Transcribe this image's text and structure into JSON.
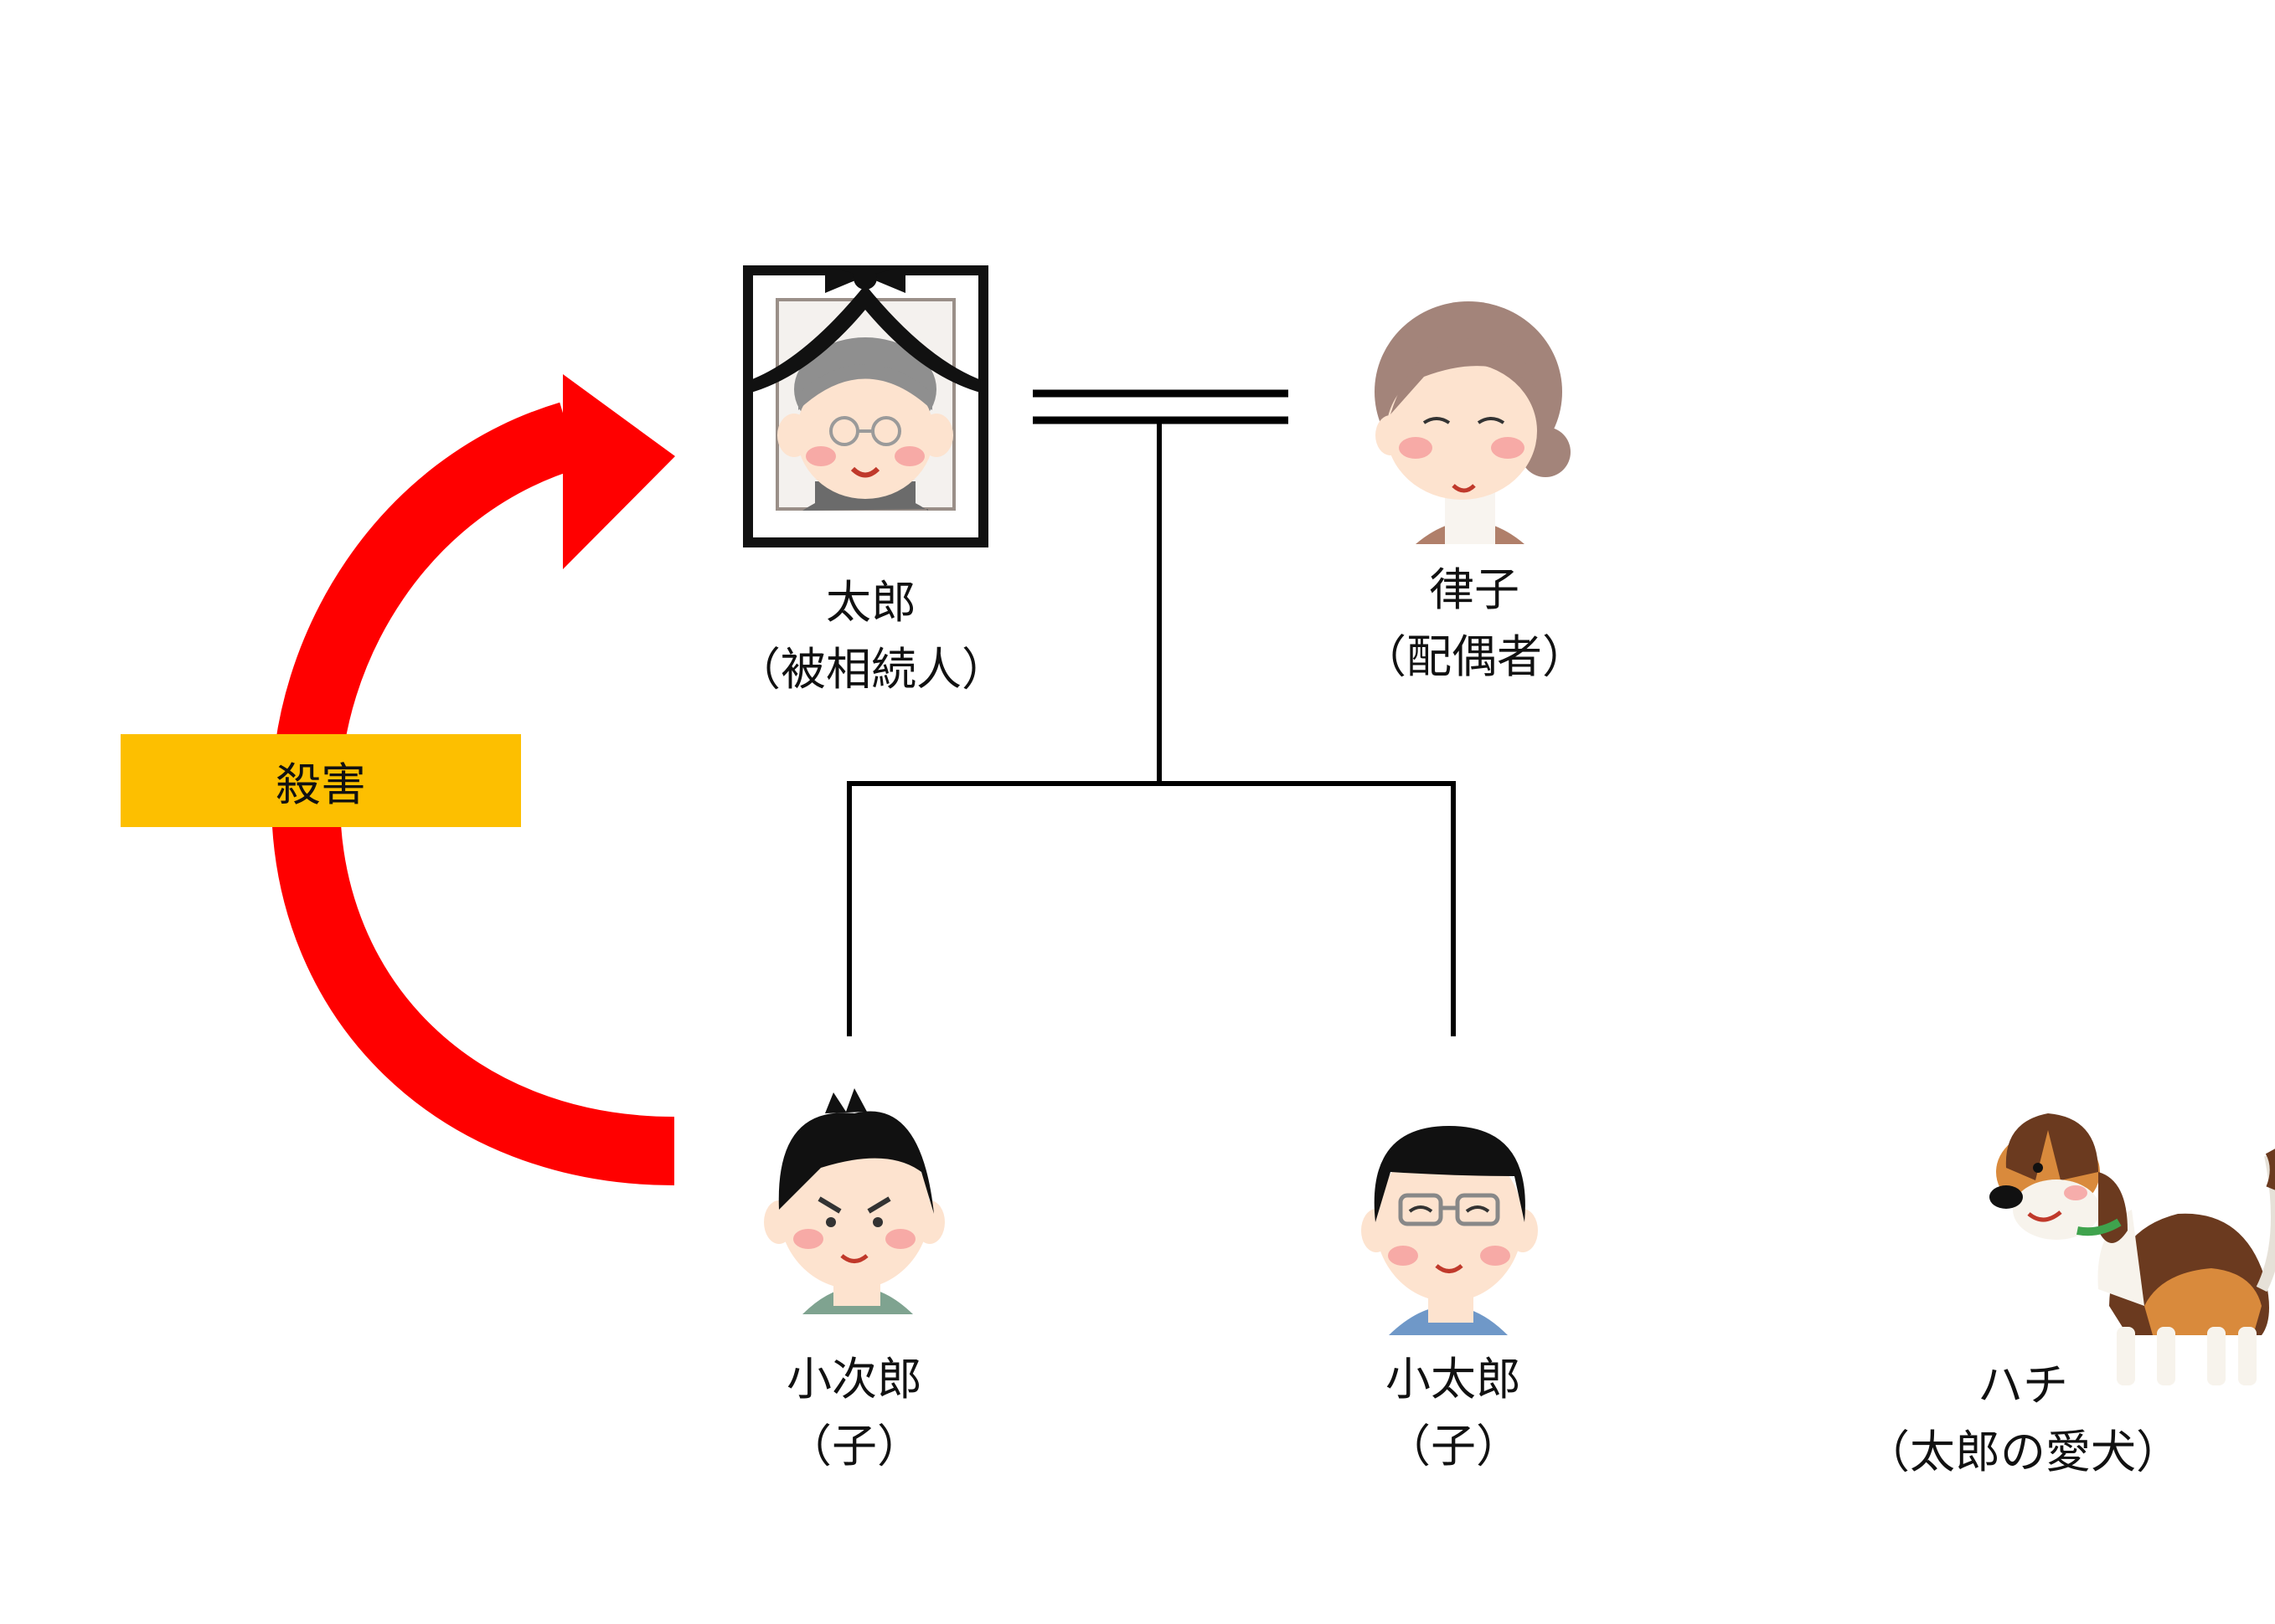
{
  "colors": {
    "arrow": "#ff0000",
    "tag": "#fdbf00",
    "line": "#000000",
    "skin": "#fde3cf",
    "blush": "#f59b9b"
  },
  "persons": {
    "taro": {
      "name": "太郎",
      "role": "（被相続人）",
      "icon": "elderly-man-memorial-portrait-icon"
    },
    "ritsuko": {
      "name": "律子",
      "role": "（配偶者）",
      "icon": "elderly-woman-icon"
    },
    "kojiro": {
      "name": "小次郎",
      "role": "（子）",
      "icon": "angry-young-man-icon"
    },
    "kotaro": {
      "name": "小太郎",
      "role": "（子）",
      "icon": "smiling-young-man-glasses-icon"
    },
    "hachi": {
      "name": "ハチ",
      "role": "（太郎の愛犬）",
      "icon": "beagle-dog-icon"
    }
  },
  "relation": {
    "label": "殺害",
    "icon": "curved-arrow-icon"
  }
}
